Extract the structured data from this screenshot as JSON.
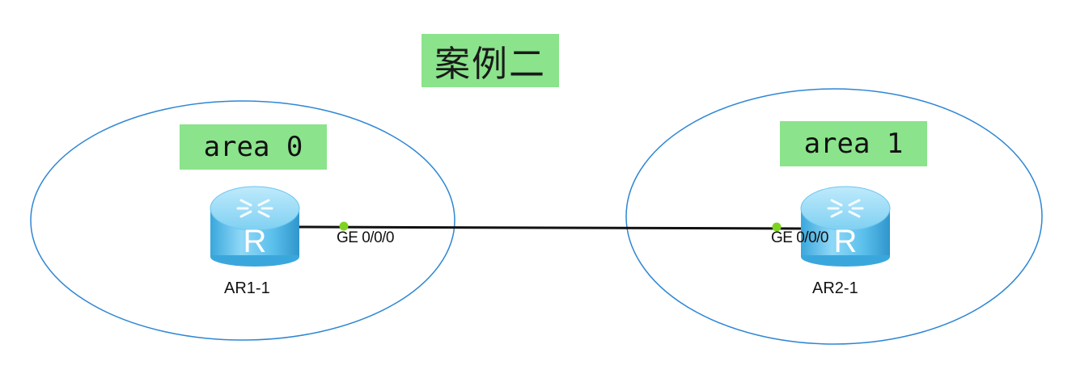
{
  "diagram": {
    "title": "案例二",
    "areas": [
      {
        "label": "area 0"
      },
      {
        "label": "area 1"
      }
    ],
    "routers": [
      {
        "name": "AR1-1",
        "icon": "router-icon",
        "icon_letter": "R",
        "port": "GE 0/0/0"
      },
      {
        "name": "AR2-1",
        "icon": "router-icon",
        "icon_letter": "R",
        "port": "GE 0/0/0"
      }
    ],
    "colors": {
      "label_background": "#8be38b",
      "area_outline": "#2e86d4",
      "link": "#111111",
      "port_dot": "#7ed321",
      "router_body": "#5cc0ec"
    }
  }
}
